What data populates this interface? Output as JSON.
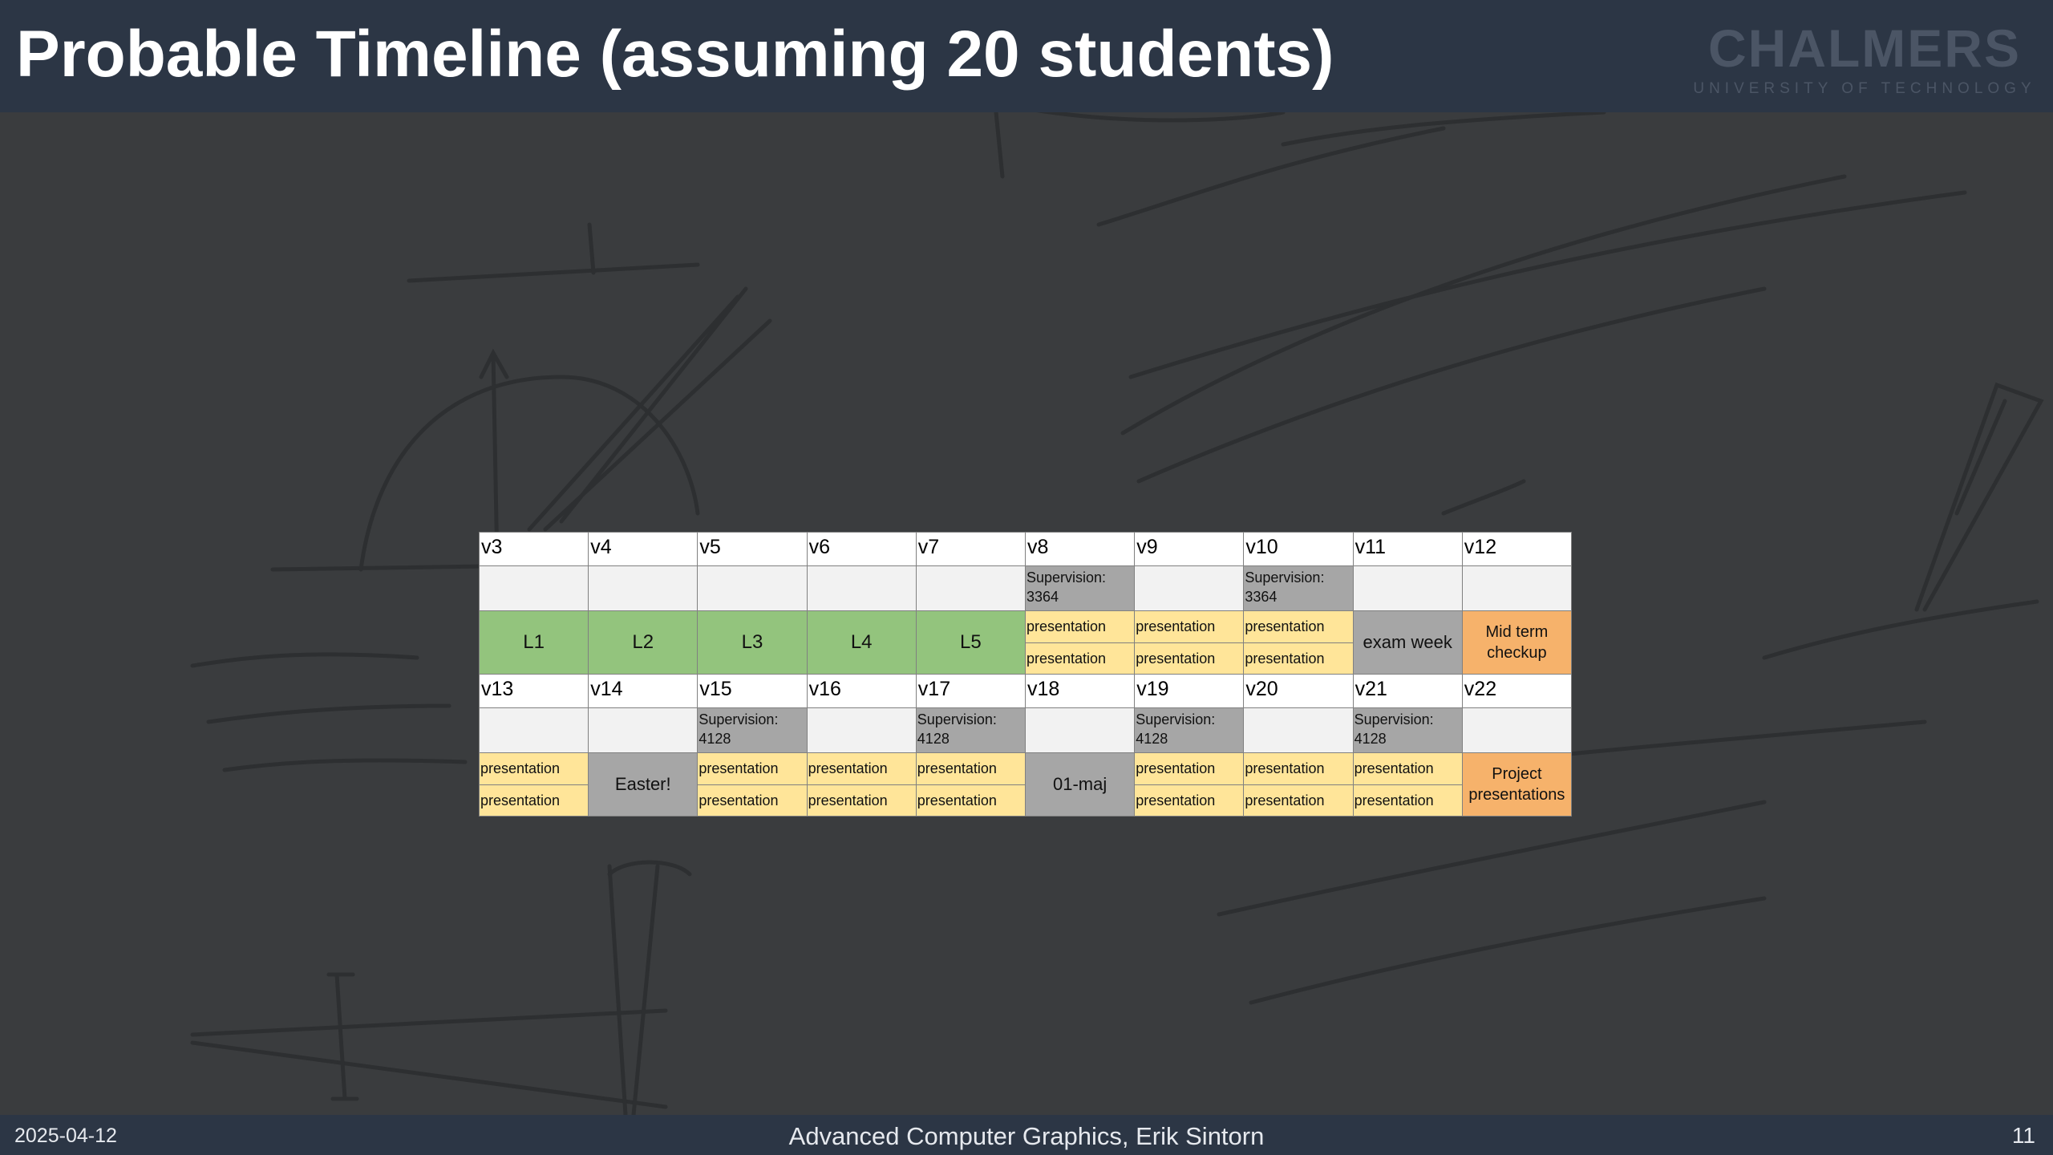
{
  "slide": {
    "title": "Probable Timeline (assuming 20 students)",
    "logo": {
      "name": "CHALMERS",
      "subtitle": "UNIVERSITY OF TECHNOLOGY"
    },
    "footer": {
      "date": "2025-04-12",
      "center": "Advanced Computer Graphics, Erik Sintorn",
      "page": "11"
    }
  },
  "timeline": {
    "rows": [
      {
        "weeks": [
          "v3",
          "v4",
          "v5",
          "v6",
          "v7",
          "v8",
          "v9",
          "v10",
          "v11",
          "v12"
        ],
        "supervision": [
          "",
          "",
          "",
          "",
          "",
          "Supervision: 3364",
          "",
          "Supervision: 3364",
          "",
          ""
        ],
        "activities": [
          {
            "kind": "lab",
            "text": "L1"
          },
          {
            "kind": "lab",
            "text": "L2"
          },
          {
            "kind": "lab",
            "text": "L3"
          },
          {
            "kind": "lab",
            "text": "L4"
          },
          {
            "kind": "lab",
            "text": "L5"
          },
          {
            "kind": "pres",
            "top": "presentation",
            "bottom": "presentation"
          },
          {
            "kind": "pres",
            "top": "presentation",
            "bottom": "presentation"
          },
          {
            "kind": "pres",
            "top": "presentation",
            "bottom": "presentation"
          },
          {
            "kind": "gray",
            "text": "exam week"
          },
          {
            "kind": "orange",
            "text": "Mid term checkup"
          }
        ]
      },
      {
        "weeks": [
          "v13",
          "v14",
          "v15",
          "v16",
          "v17",
          "v18",
          "v19",
          "v20",
          "v21",
          "v22"
        ],
        "supervision": [
          "",
          "",
          "Supervision: 4128",
          "",
          "Supervision: 4128",
          "",
          "Supervision: 4128",
          "",
          "Supervision: 4128",
          ""
        ],
        "activities": [
          {
            "kind": "pres",
            "top": "presentation",
            "bottom": "presentation"
          },
          {
            "kind": "gray",
            "text": "Easter!"
          },
          {
            "kind": "pres",
            "top": "presentation",
            "bottom": "presentation"
          },
          {
            "kind": "pres",
            "top": "presentation",
            "bottom": "presentation"
          },
          {
            "kind": "pres",
            "top": "presentation",
            "bottom": "presentation"
          },
          {
            "kind": "gray",
            "text": "01-maj"
          },
          {
            "kind": "pres",
            "top": "presentation",
            "bottom": "presentation"
          },
          {
            "kind": "pres",
            "top": "presentation",
            "bottom": "presentation"
          },
          {
            "kind": "pres",
            "top": "presentation",
            "bottom": "presentation"
          },
          {
            "kind": "orange",
            "text": "Project presentations"
          }
        ]
      }
    ]
  }
}
